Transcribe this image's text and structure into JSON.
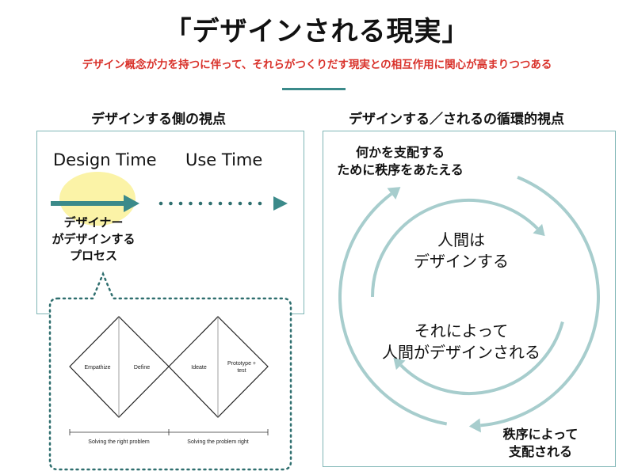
{
  "colors": {
    "accent_red": "#d9322b",
    "teal": "#3b8a8a",
    "teal_light": "#a7cdcd",
    "frame": "#7fb5b5",
    "highlight": "#fbf3a7",
    "dots": "#2f6f6f"
  },
  "header": {
    "title": "「デザインされる現実」",
    "subtitle": "デザイン概念が力を持つに伴って、それらがつくりだす現実との相互作用に関心が高まりつつある"
  },
  "left_panel": {
    "heading": "デザインする側の視点",
    "design_time": "Design Time",
    "use_time": "Use Time",
    "process_label": [
      "デザイナー",
      "がデザインする",
      "プロセス"
    ],
    "double_diamond": {
      "phases": [
        "Empathize",
        "Define",
        "Ideate",
        "Prototype +",
        "test"
      ],
      "axis_labels": [
        "Solving the right problem",
        "Solving the problem right"
      ]
    }
  },
  "right_panel": {
    "heading": "デザインする／されるの循環的視点",
    "top_label": [
      "何かを支配する",
      "ために秩序をあたえる"
    ],
    "inner_top": [
      "人間は",
      "デザインする"
    ],
    "inner_bottom": [
      "それによって",
      "人間がデザインされる"
    ],
    "bottom_label": [
      "秩序によって",
      "支配される"
    ]
  }
}
